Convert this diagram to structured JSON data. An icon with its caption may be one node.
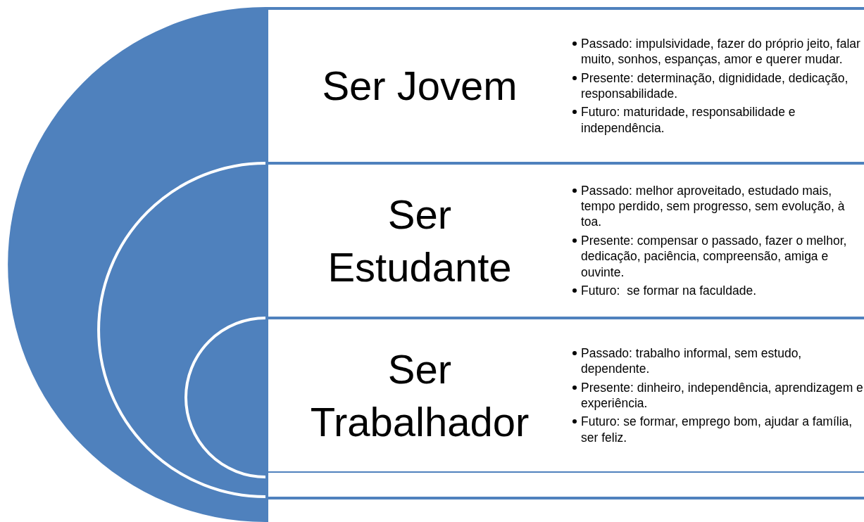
{
  "diagram": {
    "nodes": [
      {
        "text": [
          "Ser Jovem",
          "Passado: impulsividade, fazer do próprio jeito, falar muito, sonhos, espanças, amor e querer mudar.",
          "Presente: determinação, dignididade, dedicação, responsabilidade.",
          "Futuro: maturidade, responsabilidade e independência."
        ]
      },
      {
        "text": [
          "Ser Estudante",
          "Passado: melhor aproveitado, estudado mais, tempo perdido, sem progresso, sem evolução, à toa.",
          "Presente: compensar o passado, fazer o melhor, dedicação, paciência, compreensão, amiga e ouvinte.",
          "Futuro:  se formar na faculdade."
        ]
      },
      {
        "text": [
          "Ser Trabalhador",
          "Passado: trabalho informal, sem estudo, dependente.",
          "Presente: dinheiro, independência, aprendizagem e experiência.",
          "Futuro: se formar, emprego bom, ajudar a família, ser feliz."
        ]
      }
    ],
    "edges": []
  }
}
